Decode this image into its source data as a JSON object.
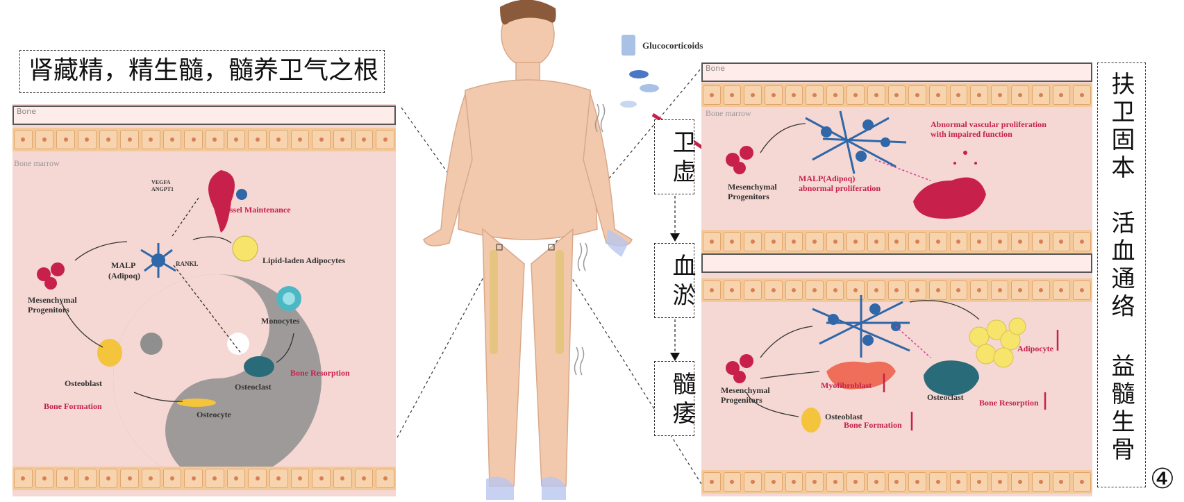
{
  "left_header": "肾藏精，精生髓，髓养卫气之根",
  "chain": {
    "step1": "卫虚",
    "step2": "血淤",
    "step3": "髓痿"
  },
  "right_vertical": {
    "line1": "扶卫固本",
    "line2": "活血通络",
    "line3": "益髓生骨"
  },
  "figure_number": "④",
  "drug_label": "Glucocorticoids",
  "left_panel": {
    "bone": "Bone",
    "marrow": "Bone marrow",
    "vegf": "VEGFA",
    "angpt": "ANGPT1",
    "vessel": "Vessel Maintenance",
    "malp": "MALP",
    "adipoq": "(Adipoq)",
    "rankl": "RANKL",
    "lipid": "Lipid-laden Adipocytes",
    "mesen": "Mesenchymal",
    "progen": "Progenitors",
    "monocytes": "Monocytes",
    "osteoblast": "Osteoblast",
    "bone_formation": "Bone Formation",
    "osteoclast": "Osteoclast",
    "bone_resorption": "Bone Resorption",
    "osteocyte": "Osteocyte"
  },
  "right_top": {
    "bone": "Bone",
    "marrow": "Bone marrow",
    "abnormal_vascular_1": "Abnormal vascular proliferation",
    "abnormal_vascular_2": "with impaired function",
    "malp_1": "MALP(Adipoq)",
    "malp_2": "abnormal proliferation",
    "mesen": "Mesenchymal",
    "progen": "Progenitors"
  },
  "right_bottom": {
    "mesen": "Mesenchymal",
    "progen": "Progenitors",
    "adipocyte": "Adipocyte",
    "myofibroblast": "Myofibroblast",
    "osteoclast": "Osteoclast",
    "bone_resorption": "Bone Resorption",
    "osteoblast": "Osteoblast",
    "bone_formation": "Bone Formation"
  },
  "colors": {
    "panel_bg": "#f5d7d3",
    "skin": "#f2c9ad",
    "accent_red": "#c7214b",
    "cell_blue": "#2f67a8"
  }
}
